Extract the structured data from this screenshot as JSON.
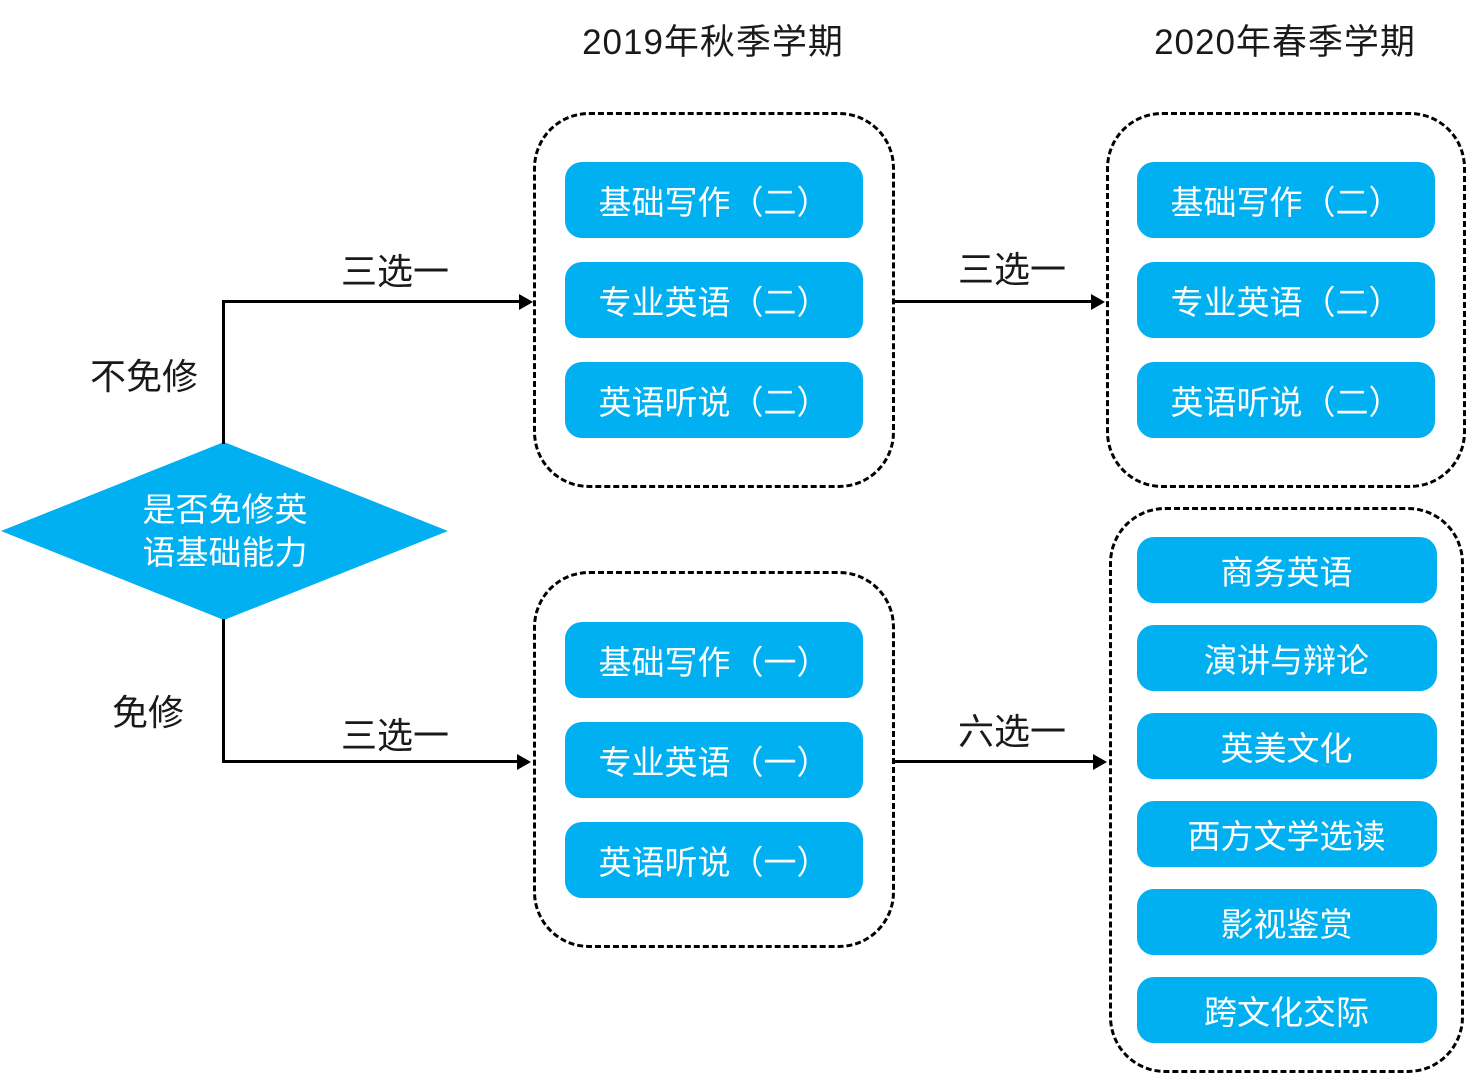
{
  "colors": {
    "course_box_blue": "#00B0F0",
    "connector_black": "#000000"
  },
  "headers": {
    "fall": "2019年秋季学期",
    "spring": "2020年春季学期"
  },
  "decision": {
    "line1": "是否免修英",
    "line2": "语基础能力"
  },
  "branch_labels": {
    "not_exempt": "不免修",
    "exempt": "免修"
  },
  "arrow_labels": {
    "fall_regular": "三选一",
    "spring_regular": "三选一",
    "fall_exempt": "三选一",
    "spring_elective": "六选一"
  },
  "course_groups": {
    "fall_regular": [
      "基础写作（二）",
      "专业英语（二）",
      "英语听说（二）"
    ],
    "spring_regular": [
      "基础写作（二）",
      "专业英语（二）",
      "英语听说（二）"
    ],
    "fall_exempt": [
      "基础写作（一）",
      "专业英语（一）",
      "英语听说（一）"
    ],
    "spring_elective": [
      "商务英语",
      "演讲与辩论",
      "英美文化",
      "西方文学选读",
      "影视鉴赏",
      "跨文化交际"
    ]
  }
}
